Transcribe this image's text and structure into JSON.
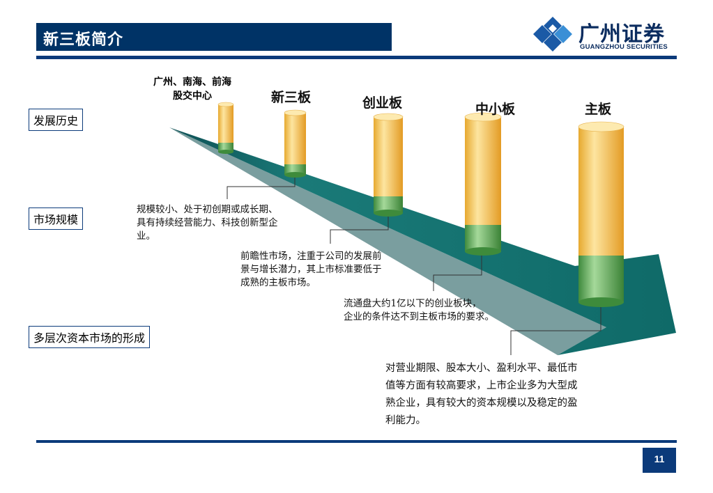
{
  "header": {
    "title": "新三板简介",
    "logo": {
      "cn": "广州证券",
      "en": "GUANGZHOU SECURITIES"
    }
  },
  "side_labels": {
    "history": "发展历史",
    "scale": "市场规模",
    "formation": "多层次资本市场的形成"
  },
  "boards": [
    {
      "name": "广州、南海、前海",
      "name2": "股交中心"
    },
    {
      "name": "新三板"
    },
    {
      "name": "创业板"
    },
    {
      "name": "中小板"
    },
    {
      "name": "主板"
    }
  ],
  "descriptions": {
    "new_three_board": [
      "规模较小、处于初创期或成长期、",
      "具有持续经营能力、科技创新型企",
      "业。"
    ],
    "growth_board": [
      "前瞻性市场，注重于公司的发展前",
      "景与增长潜力，其上市标准要低于",
      "成熟的主板市场。"
    ],
    "sme_board": [
      "流通盘大约1亿以下的创业板块，",
      "企业的条件达不到主板市场的要求。"
    ],
    "main_board": [
      "对营业期限、股本大小、盈利水平、最低市",
      "值等方面有较高要求，上市企业多为大型成",
      "熟企业，具有较大的资本规模以及稳定的盈",
      "利能力。"
    ]
  },
  "footer": {
    "page_number": "11"
  },
  "colors": {
    "navy": "#003366",
    "teal": "#1e7d7a",
    "gold": "#f2c04f",
    "green": "#5cae5c"
  }
}
